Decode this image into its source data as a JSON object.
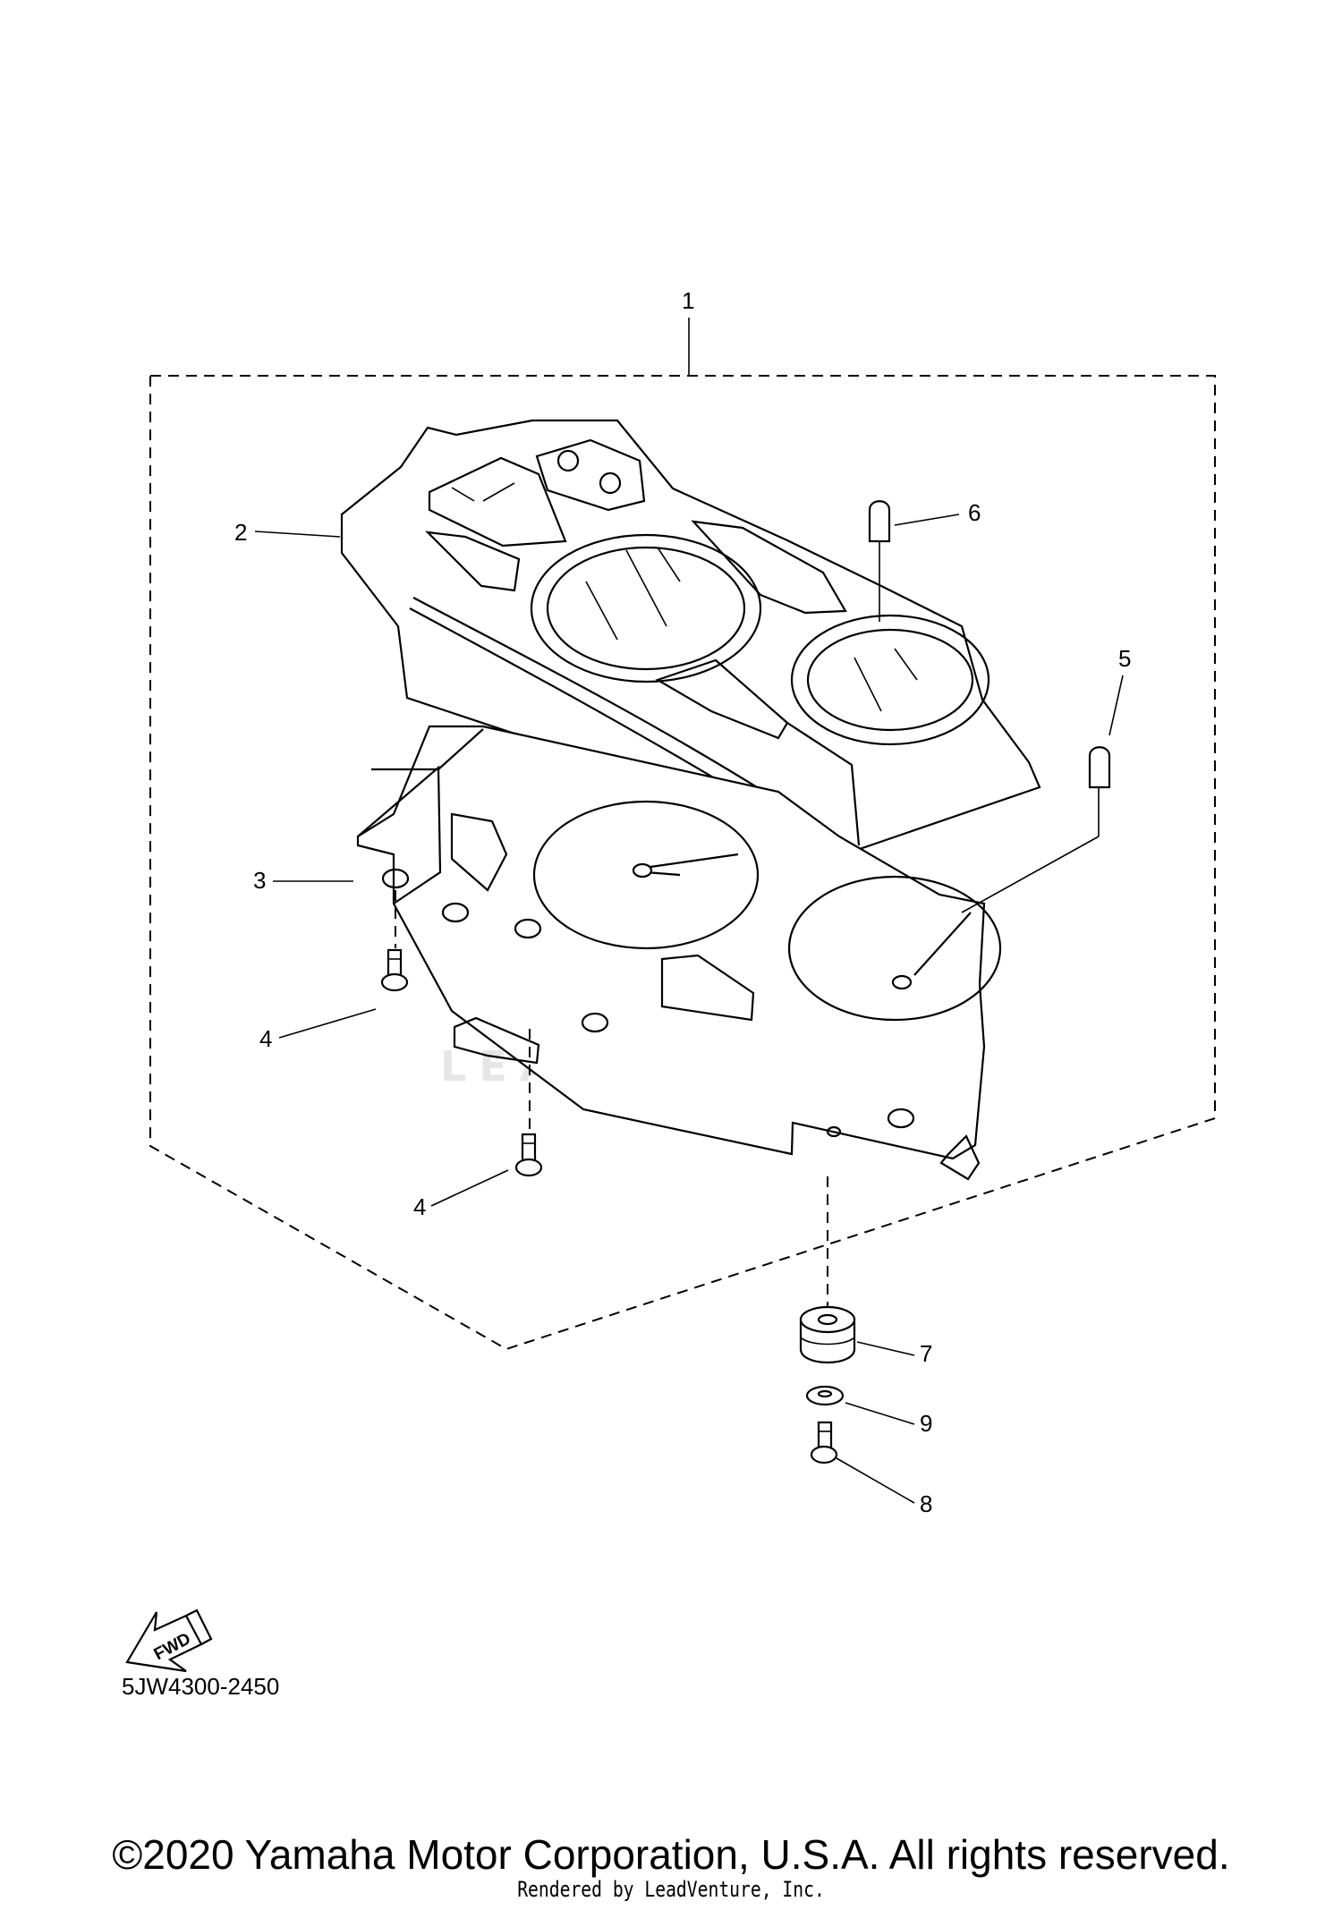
{
  "callouts": [
    "1",
    "2",
    "3",
    "4",
    "4",
    "5",
    "6",
    "7",
    "8",
    "9"
  ],
  "fwd_label": "FWD",
  "diagram_code": "5JW4300-2450",
  "watermark": "LEADVENTURE",
  "copyright": "©2020 Yamaha Motor Corporation, U.S.A. All rights reserved.",
  "rendered_by": "Rendered by LeadVenture, Inc."
}
